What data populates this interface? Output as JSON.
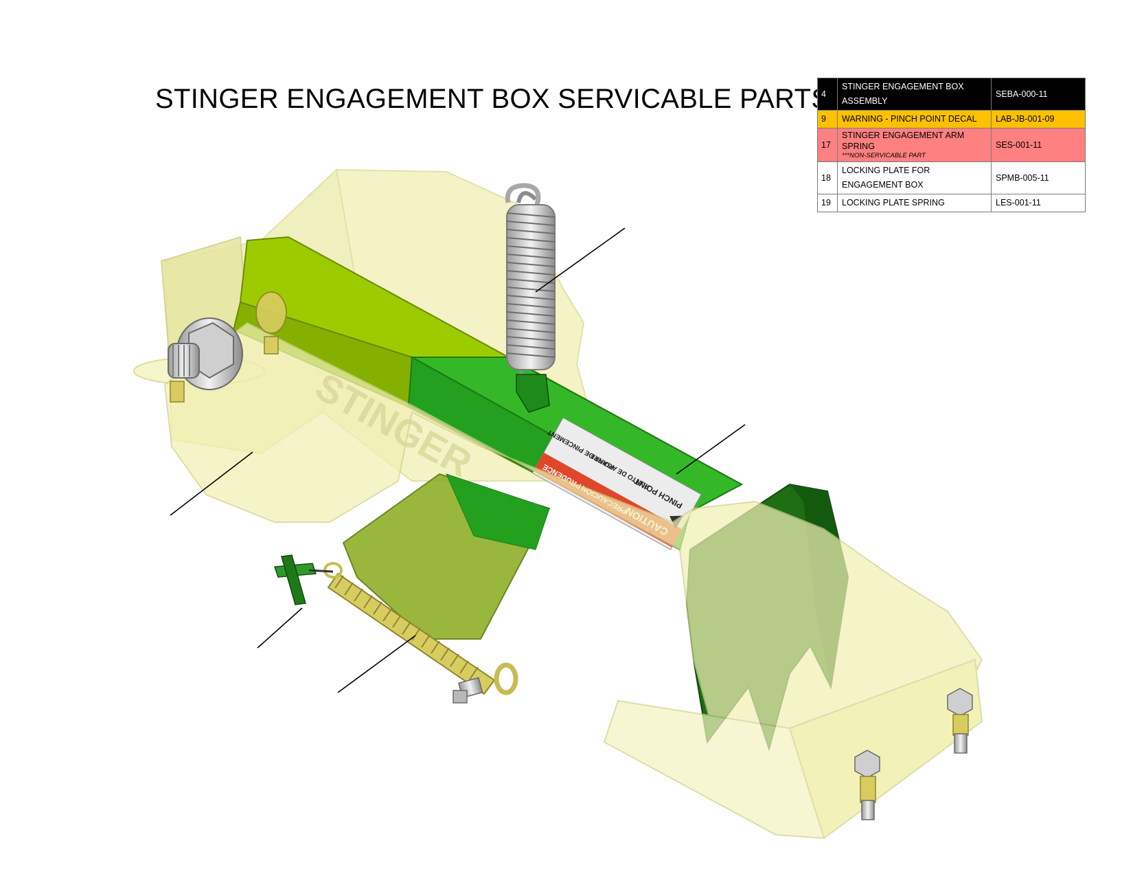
{
  "title": "STINGER ENGAGEMENT BOX SERVICABLE PARTS",
  "parts": [
    {
      "item": "4",
      "description": "STINGER ENGAGEMENT BOX ASSEMBLY",
      "note": "",
      "part_number": "SEBA-000-11",
      "row_color": "#000000"
    },
    {
      "item": "9",
      "description": "WARNING - PINCH POINT DECAL",
      "note": "",
      "part_number": "LAB-JB-001-09",
      "row_color": "#ffc000"
    },
    {
      "item": "17",
      "description": "STINGER ENGAGEMENT ARM SPRING",
      "note": "***NON-SERVICABLE PART",
      "part_number": "SES-001-11",
      "row_color": "#ff8080"
    },
    {
      "item": "18",
      "description": "LOCKING PLATE FOR ENGAGEMENT BOX",
      "note": "",
      "part_number": "SPMB-005-11",
      "row_color": "#ffffff"
    },
    {
      "item": "19",
      "description": "LOCKING PLATE SPRING",
      "note": "",
      "part_number": "LES-001-11",
      "row_color": "#ffffff"
    }
  ],
  "drawing": {
    "housing_embossed_text": "STINGER",
    "decal": {
      "caution": "CAUTION",
      "precaucion": "PRECAUCIÓN",
      "prudence": "PRUDENCE",
      "pinch_point": "PINCH POINT",
      "punto_de_agarre": "PUNTO DE AGARRE",
      "point_de_pincement": "POINT DE PINCEMENT"
    },
    "colors": {
      "housing": "#f0f0b4",
      "arm_green": "#22b022",
      "arm_lime": "#9ccc00",
      "plate_dark_green": "#1e6e14",
      "spring_steel": "#c8c8c8",
      "spring_yellow": "#d8cc60",
      "decal_red": "#e0462a"
    }
  }
}
